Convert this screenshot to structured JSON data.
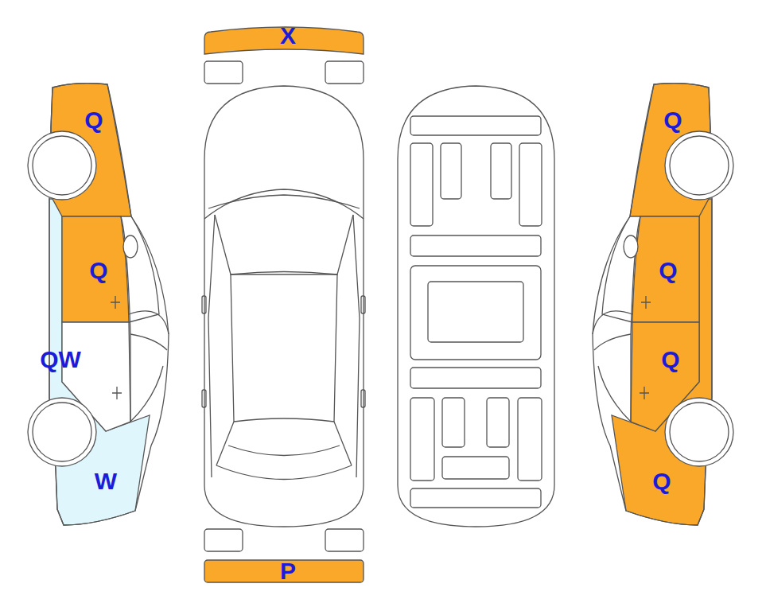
{
  "diagram": {
    "labels": [
      "X",
      "Q",
      "Q",
      "Q",
      "Q",
      "QW",
      "Q",
      "W",
      "Q",
      "P"
    ]
  }
}
